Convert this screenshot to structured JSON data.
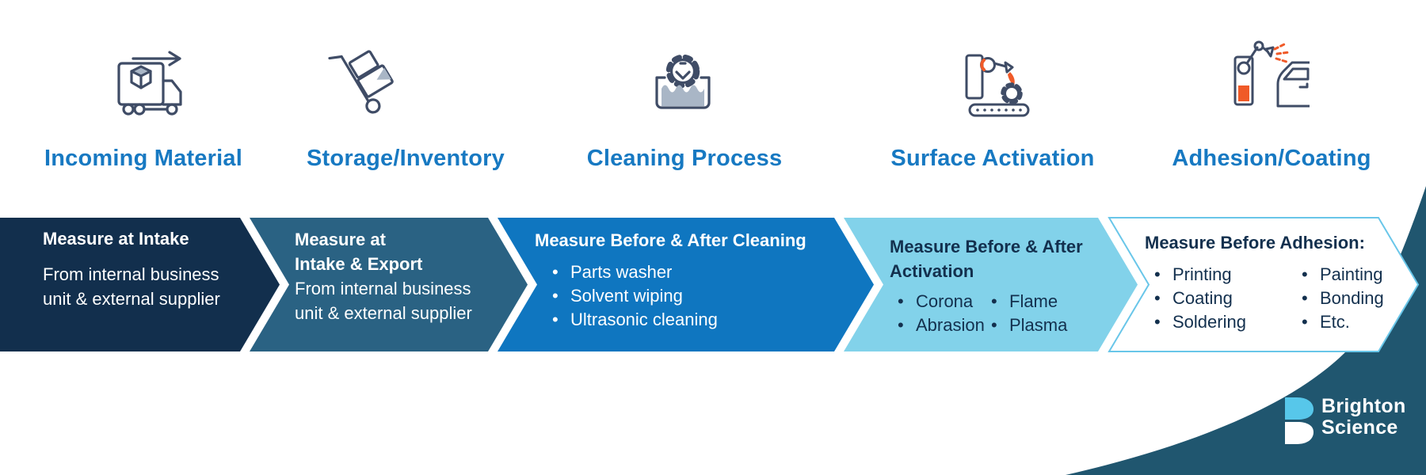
{
  "bullet_char": "•",
  "brand": {
    "line1": "Brighton",
    "line2": "Science"
  },
  "stages": [
    {
      "title": "Incoming Material",
      "icon": "truck-with-box-and-arrow"
    },
    {
      "title": "Storage/Inventory",
      "icon": "hand-truck-with-boxes"
    },
    {
      "title": "Cleaning Process",
      "icon": "gear-in-cleaning-tank"
    },
    {
      "title": "Surface Activation",
      "icon": "robot-flame-on-gear-conveyor"
    },
    {
      "title": "Adhesion/Coating",
      "icon": "spray-robot-and-car-door"
    }
  ],
  "panels": [
    {
      "heading": "Measure at Intake",
      "body_line1": "From internal business",
      "body_line2": "unit & external supplier"
    },
    {
      "heading_line1": "Measure at",
      "heading_line2": "Intake & Export",
      "body_line1": "From internal business",
      "body_line2": "unit & external supplier"
    },
    {
      "heading": "Measure Before & After Cleaning",
      "bullets": [
        "Parts washer",
        "Solvent wiping",
        "Ultrasonic cleaning"
      ]
    },
    {
      "heading_line1": "Measure Before & After",
      "heading_line2": "Activation",
      "bullets_col1": [
        "Corona",
        "Abrasion"
      ],
      "bullets_col2": [
        "Flame",
        "Plasma"
      ]
    },
    {
      "heading": "Measure Before Adhesion:",
      "bullets_col1": [
        "Printing",
        "Coating",
        "Soldering"
      ],
      "bullets_col2": [
        "Painting",
        "Bonding",
        "Etc."
      ]
    }
  ],
  "colors": {
    "title_blue": "#1779c2",
    "chevron1": "#122f4d",
    "chevron2": "#2a6283",
    "chevron3": "#0f76c0",
    "chevron4": "#82d2ea",
    "chevron5_fill": "#ffffff",
    "chevron5_border": "#69c6e9",
    "panel_dark_text": "#13304e",
    "swoosh": "#20566f",
    "icon_outline": "#3f4c66",
    "icon_accent_orange": "#f05a28",
    "icon_accent_gray": "#a9b6c6",
    "logo_mark_blue": "#57c7ea",
    "logo_text": "#ffffff"
  }
}
